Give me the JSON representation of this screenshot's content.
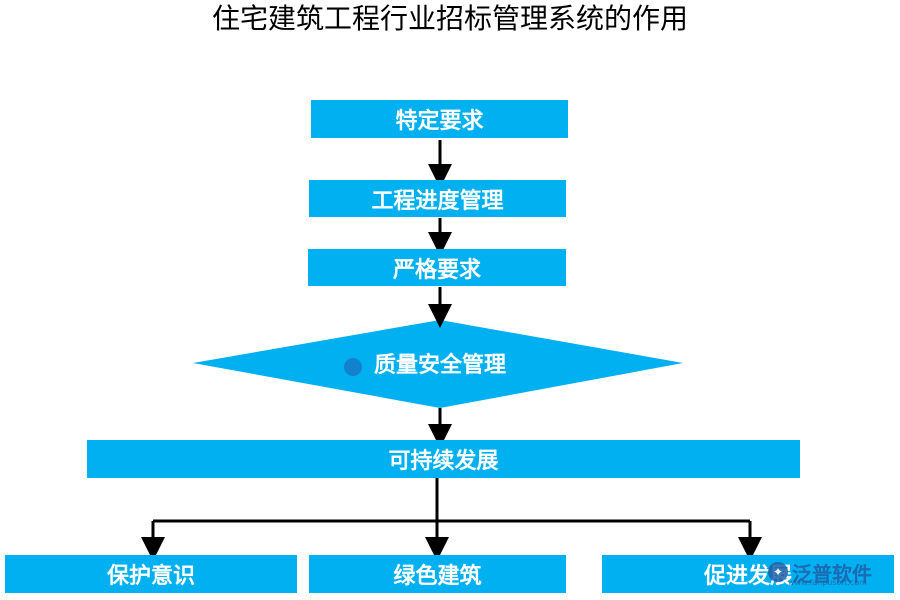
{
  "title": "住宅建筑工程行业招标管理系统的作用",
  "nodes": {
    "n1": "特定要求",
    "n2": "工程进度管理",
    "n3": "严格要求",
    "n4": "质量安全管理",
    "n5": "可持续发展",
    "b1": "保护意识",
    "b2": "绿色建筑",
    "b3": "促进发展"
  },
  "watermark": {
    "brand": "泛普软件",
    "url": "www.fanpusoft.com"
  },
  "colors": {
    "box_fill": "#00b0f0",
    "box_text": "#ffffff",
    "connector": "#000000"
  }
}
